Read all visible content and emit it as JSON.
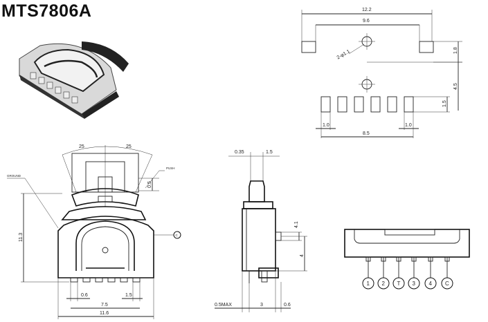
{
  "title": "MTS7806A",
  "top_view": {
    "width": "12.2",
    "inner_width": "9.6",
    "hole": "2-φ1.1",
    "right_height": "1.8",
    "pitch_height": "4.5",
    "pad_height": "1.5",
    "pad_left": "1.0",
    "pad_right": "1.0",
    "total_width": "8.5"
  },
  "front_view": {
    "angle_left": "25",
    "angle_right": "25",
    "push_label": "PUSH",
    "ground_label": "GROUND",
    "travel": "0.5",
    "height": "11.3",
    "pin_offset_a": "0.6",
    "pin_offset_b": "1.5",
    "span_inner": "7.5",
    "span_total": "11.6",
    "common_marker": "C"
  },
  "side_view": {
    "top_left": "0.35",
    "top_right": "1.5",
    "stem_width": "4.1",
    "stem_height": "4",
    "bottom_left": "0.5MAX",
    "bottom_mid": "3",
    "bottom_right": "0.6"
  },
  "pin_view": {
    "pins": [
      "1",
      "2",
      "T",
      "3",
      "4",
      "C"
    ]
  }
}
